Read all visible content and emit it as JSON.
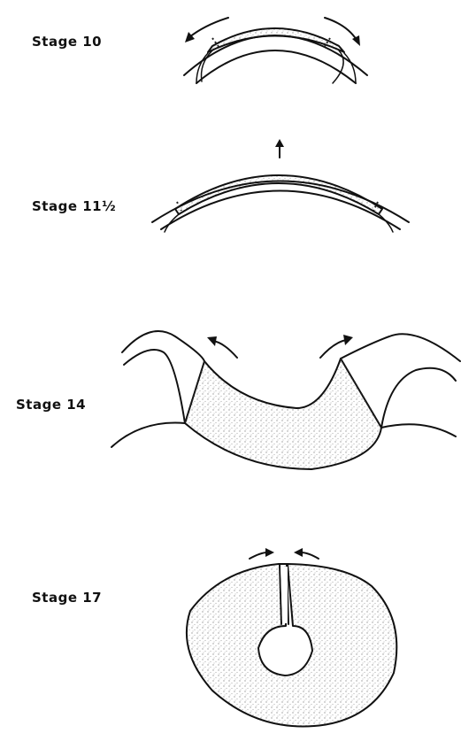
{
  "stages": [
    {
      "id": "stage-10",
      "label": "Stage 10"
    },
    {
      "id": "stage-11-5",
      "label": "Stage 11½"
    },
    {
      "id": "stage-14",
      "label": "Stage 14"
    },
    {
      "id": "stage-17",
      "label": "Stage 17"
    }
  ],
  "colors": {
    "ink": "#111111",
    "stipple": "#9a9a9a",
    "background": "#ffffff"
  }
}
